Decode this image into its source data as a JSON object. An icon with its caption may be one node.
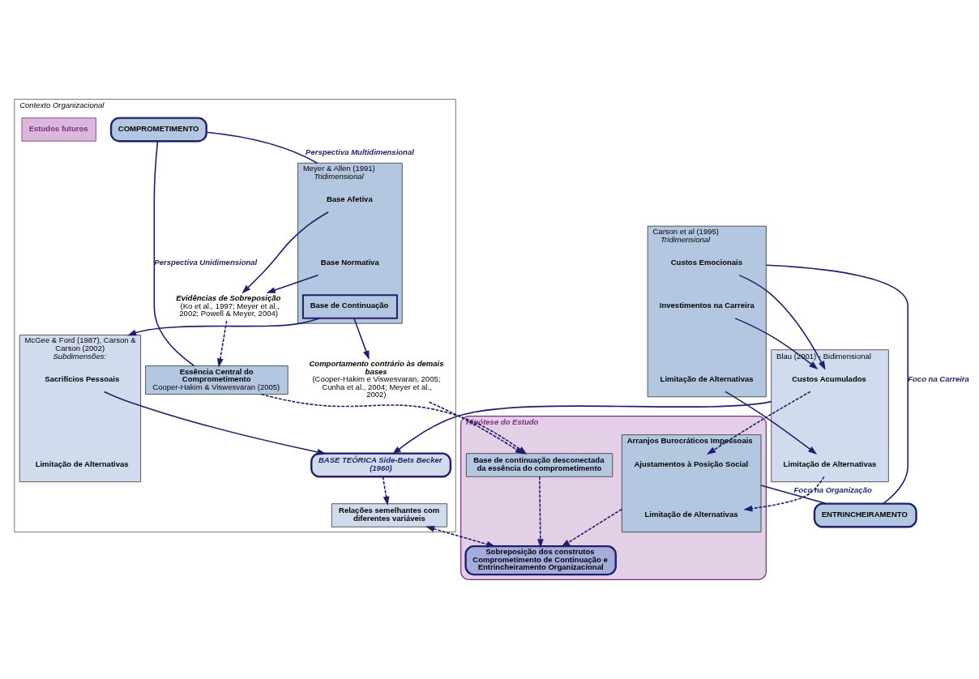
{
  "diagram": {
    "nodes": [
      {
        "text": [
          "Contexto Organizacional"
        ]
      },
      {
        "text": [
          "COMPROMETIMENTO"
        ],
        "in": 0
      },
      {
        "text": [
          "Meyer & Allen (1991)",
          "Tridimensional"
        ],
        "in": 0
      },
      {
        "text": [
          "Base Afetiva"
        ],
        "in": 2
      },
      {
        "text": [
          "Base Normativa"
        ],
        "in": 2
      },
      {
        "text": [
          "Base de Continuação"
        ],
        "in": 2
      },
      {
        "text": [
          "Evidências de Sobreposição",
          "(Ko et al., 1997; Meyer et al., 2002; Powell & Meyer, 2004)"
        ],
        "in": 0
      },
      {
        "text": [
          "Essência Central do Comprometimento",
          "Cooper-Hakim & Viswesvaran (2005)"
        ],
        "in": 0
      },
      {
        "text": [
          "Comportamento contrário às demais bases",
          "(Cooper-Hakim e Viswesvaran, 2005; Cunha et al., 2004; Meyer et al., 2002)"
        ],
        "in": 0
      },
      {
        "text": [
          "McGee & Ford (1987), Carson & Carson (2002)",
          "Subdimensões:"
        ],
        "in": 0
      },
      {
        "text": [
          "Sacrifícios Pessoais"
        ],
        "in": 9
      },
      {
        "text": [
          "Limitação de Alternativas"
        ],
        "in": 9
      },
      {
        "text": [
          "BASE TEÓRICA Side-Bets Becker (1960)"
        ],
        "in": 0
      },
      {
        "text": [
          "Relações semelhantes com diferentes variáveis"
        ],
        "in": 0
      },
      {
        "text": [
          "Estudos futuros"
        ],
        "in": 0
      },
      {
        "text": [
          "Hipótese do Estudo"
        ]
      },
      {
        "text": [
          "Base de continuação desconectada da essência do comprometimento"
        ],
        "in": 15
      },
      {
        "text": [
          "Sobreposição dos construtos Comprometimento de Continuação e Entrincheiramento Organizacional"
        ],
        "in": 15
      },
      {
        "text": [
          "Arranjos Burocráticos Impessoais"
        ],
        "in": 15
      },
      {
        "text": [
          "Ajustamentos à Posição Social"
        ],
        "in": 18
      },
      {
        "text": [
          "Limitação de Alternativas"
        ],
        "in": 18
      },
      {
        "text": [
          "Carson et al (1995)",
          "Tridimensional"
        ]
      },
      {
        "text": [
          "Custos Emocionais"
        ],
        "in": 21
      },
      {
        "text": [
          "Investimentos na Carreira"
        ],
        "in": 21
      },
      {
        "text": [
          "Limitação de Alternativas"
        ],
        "in": 21
      },
      {
        "text": [
          "Blau (2001) - Bidimensional"
        ]
      },
      {
        "text": [
          "Custos Acumulados"
        ],
        "in": 25
      },
      {
        "text": [
          "Limitação de Alternativas"
        ],
        "in": 25
      },
      {
        "text": [
          "ENTRINCHEIRAMENTO"
        ]
      }
    ],
    "edges": [
      {
        "from": 1,
        "to": 2,
        "arrow": "none",
        "label": "Perspectiva Multidimensional"
      },
      {
        "from": 1,
        "to": 7,
        "arrow": "none",
        "label": "Perspectiva Unidimensional"
      },
      {
        "from": 3,
        "to": 6,
        "arrow": "to"
      },
      {
        "from": 4,
        "to": 6,
        "arrow": "to"
      },
      {
        "from": 5,
        "to": 8,
        "arrow": "to"
      },
      {
        "from": 5,
        "to": 9,
        "arrow": "to"
      },
      {
        "from": 6,
        "to": 7,
        "arrow": "to",
        "style": "dashed"
      },
      {
        "from": 7,
        "to": 16,
        "arrow": "to",
        "style": "dashed"
      },
      {
        "from": 8,
        "to": 16,
        "arrow": "to",
        "style": "dashed"
      },
      {
        "from": 16,
        "to": 17,
        "arrow": "to",
        "style": "dashed"
      },
      {
        "from": 10,
        "to": 12,
        "arrow": "to"
      },
      {
        "from": 25,
        "to": 12,
        "arrow": "to"
      },
      {
        "from": 12,
        "to": 13,
        "arrow": "to",
        "style": "dashed"
      },
      {
        "from": 13,
        "to": 17,
        "arrow": "both",
        "style": "dashed"
      },
      {
        "from": 18,
        "to": 17,
        "arrow": "to",
        "style": "dashed"
      },
      {
        "from": 22,
        "to": 26,
        "arrow": "to"
      },
      {
        "from": 23,
        "to": 26,
        "arrow": "to"
      },
      {
        "from": 24,
        "to": 27,
        "arrow": "to"
      },
      {
        "from": 26,
        "to": 19,
        "arrow": "to",
        "style": "dashed"
      },
      {
        "from": 27,
        "to": 20,
        "arrow": "to",
        "style": "dashed"
      },
      {
        "from": 28,
        "to": 21,
        "arrow": "none",
        "label": "Foco na Carreira"
      },
      {
        "from": 28,
        "to": 18,
        "arrow": "none",
        "label": "Foco na Organização"
      }
    ]
  }
}
